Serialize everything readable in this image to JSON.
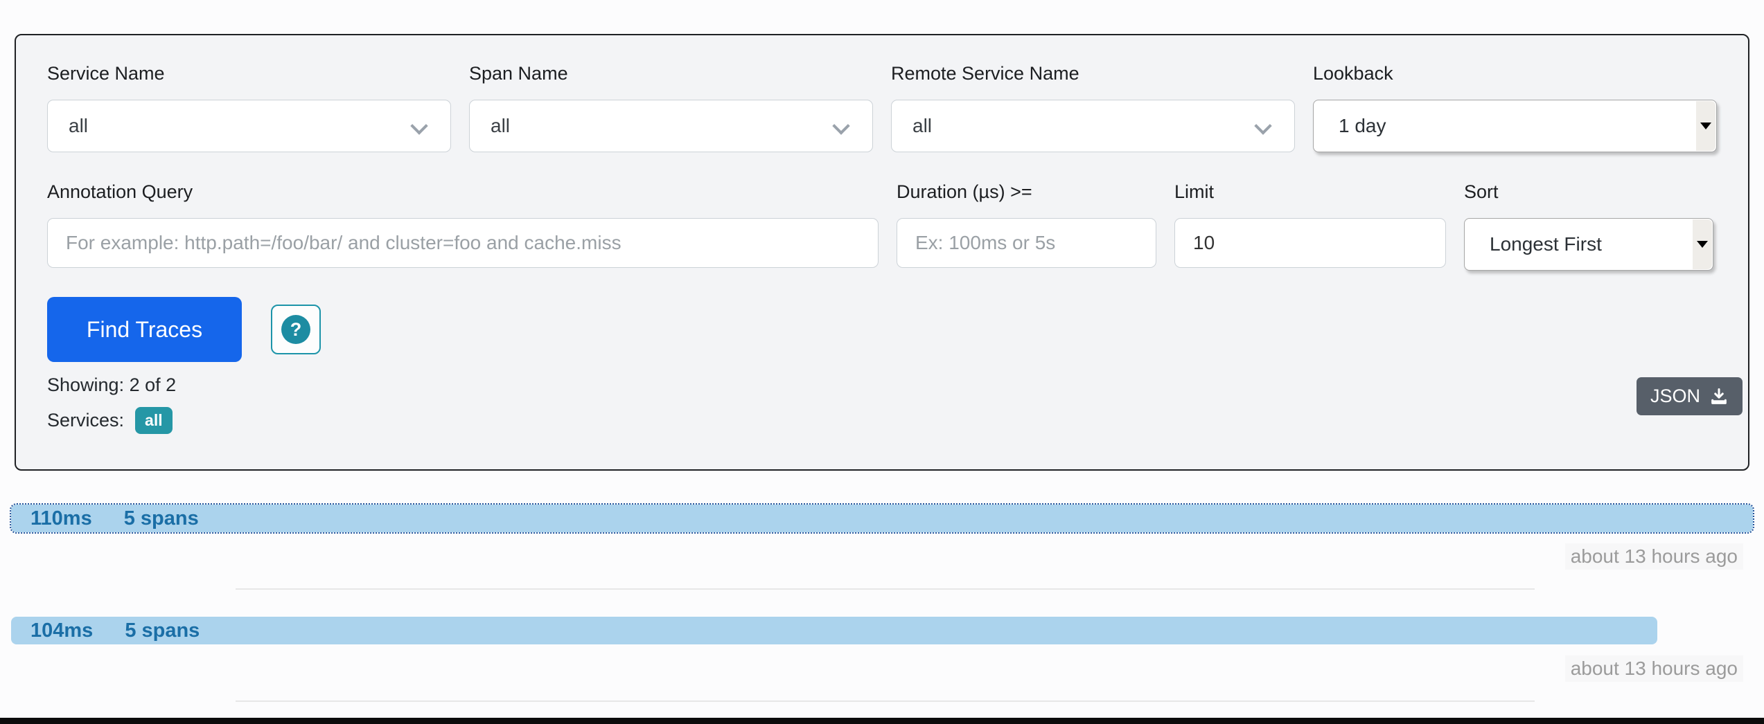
{
  "search_form": {
    "fields": [
      {
        "label": "Service Name",
        "value": "all"
      },
      {
        "label": "Span Name",
        "value": "all"
      },
      {
        "label": "Remote Service Name",
        "value": "all"
      },
      {
        "label": "Lookback",
        "value": "1 day"
      }
    ],
    "annotation_query": {
      "label": "Annotation Query",
      "placeholder": "For example: http.path=/foo/bar/ and cluster=foo and cache.miss"
    },
    "duration": {
      "label": "Duration (µs) >=",
      "placeholder": "Ex: 100ms or 5s"
    },
    "limit": {
      "label": "Limit",
      "value": "10"
    },
    "sort": {
      "label": "Sort",
      "value": "Longest First"
    },
    "find_button_label": "Find Traces",
    "help_glyph": "?",
    "showing_text": "Showing: 2 of 2",
    "services_label": "Services:",
    "services_badge": "all",
    "json_button_label": "JSON"
  },
  "traces": [
    {
      "duration": "110ms",
      "spans": "5 spans",
      "width_pct": 100,
      "timestamp": "about 13 hours ago",
      "selected": true
    },
    {
      "duration": "104ms",
      "spans": "5 spans",
      "width_pct": 94.5,
      "timestamp": "about 13 hours ago",
      "selected": false
    }
  ],
  "colors": {
    "find_button": "#1566eb",
    "teal_accent": "#1d94a9",
    "badge_teal": "#2597a6",
    "trace_bar": "#abd3ed",
    "trace_text": "#1a6ea6",
    "json_button": "#575f69",
    "card_border": "#1f2124"
  }
}
